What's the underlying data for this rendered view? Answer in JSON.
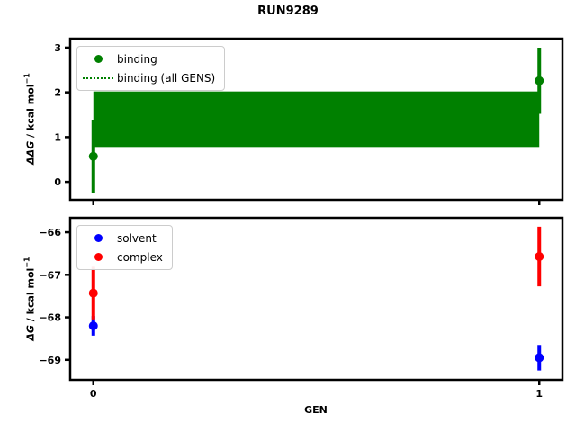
{
  "figure": {
    "title": "RUN9289",
    "background": "#ffffff",
    "frame_color": "#000000"
  },
  "x_axis": {
    "label": "GEN",
    "tick_values": [
      0,
      1
    ],
    "tick_labels": [
      "0",
      "1"
    ]
  },
  "chart_data": [
    {
      "type": "errorbar",
      "panel": "top",
      "ylabel": {
        "italic": "ΔΔG",
        "mid": " / kcal mol",
        "sup": "−1"
      },
      "xlim": [
        -0.052,
        1.052
      ],
      "ylim": [
        -0.4,
        3.2
      ],
      "ytick_values": [
        0,
        1,
        2,
        3
      ],
      "ytick_labels": [
        "0",
        "1",
        "2",
        "3"
      ],
      "x": [
        0,
        1
      ],
      "series": [
        {
          "name": "binding",
          "color": "#008000",
          "marker": "circle",
          "y": [
            0.57,
            2.26
          ],
          "yerr": [
            0.82,
            0.74
          ]
        }
      ],
      "band": {
        "name": "binding (all GENS)",
        "x": [
          0,
          1
        ],
        "ylo": 0.78,
        "yhi": 2.02,
        "mean": 1.4,
        "color": "#008000"
      },
      "legend": {
        "position": "upper-left",
        "entries": [
          {
            "label": "binding",
            "swatch": "circle",
            "color": "#008000"
          },
          {
            "label": "binding (all GENS)",
            "swatch": "dotted-line",
            "color": "#008000"
          }
        ]
      },
      "grid": false
    },
    {
      "type": "errorbar",
      "panel": "bottom",
      "ylabel": {
        "italic": "ΔG",
        "mid": " / kcal mol",
        "sup": "−1"
      },
      "xlim": [
        -0.052,
        1.052
      ],
      "ylim": [
        -69.47,
        -65.66
      ],
      "ytick_values": [
        -66,
        -67,
        -68,
        -69
      ],
      "ytick_labels": [
        "−66",
        "−67",
        "−68",
        "−69"
      ],
      "x": [
        0,
        1
      ],
      "series": [
        {
          "name": "solvent",
          "color": "#0000ff",
          "marker": "circle",
          "y": [
            -68.2,
            -68.95
          ],
          "yerr": [
            0.23,
            0.3
          ]
        },
        {
          "name": "complex",
          "color": "#ff0000",
          "marker": "circle",
          "y": [
            -67.43,
            -66.57
          ],
          "yerr": [
            0.62,
            0.7
          ]
        }
      ],
      "legend": {
        "position": "upper-left",
        "entries": [
          {
            "label": "solvent",
            "swatch": "circle",
            "color": "#0000ff"
          },
          {
            "label": "complex",
            "swatch": "circle",
            "color": "#ff0000"
          }
        ]
      },
      "grid": false
    }
  ]
}
